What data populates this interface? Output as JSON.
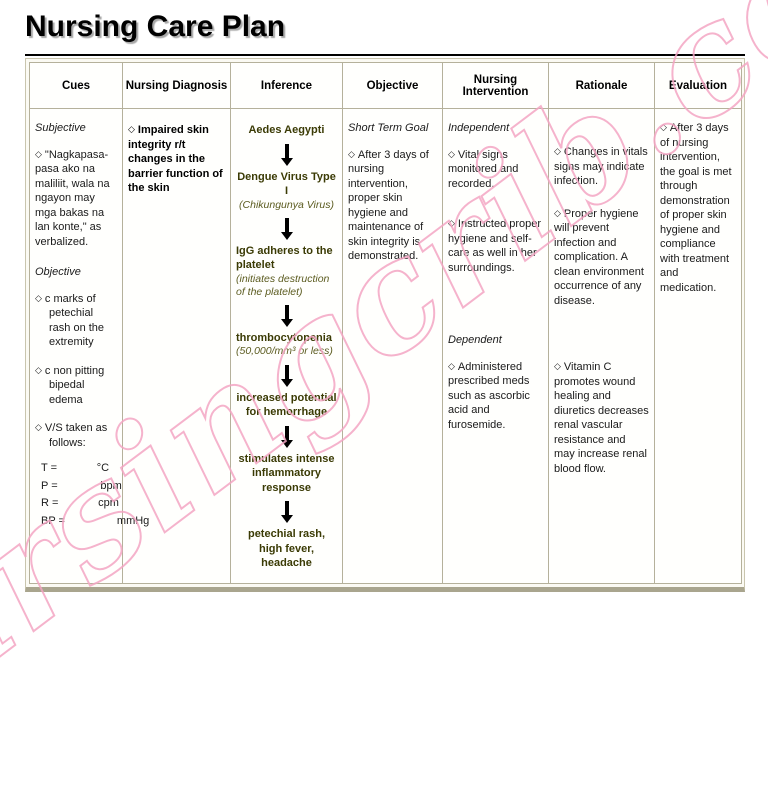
{
  "page": {
    "title": "Nursing Care Plan",
    "watermark": "nursingcrib.com",
    "bullet": "◇",
    "colors": {
      "inference_text": "#3b3b05",
      "watermark_pink": "#f4a6c4",
      "table_border": "#b5b19b",
      "title_shadow": "#a8a8a8"
    }
  },
  "table": {
    "headers": [
      "Cues",
      "Nursing Diagnosis",
      "Inference",
      "Objective",
      "Nursing Intervention",
      "Rationale",
      "Evaluation"
    ]
  },
  "cues": {
    "subjective_label": "Subjective",
    "subjective_quote": "\"Nagkapasa-pasa ako na maliliit, wala na ngayon may mga bakas na lan konte,\" as verbalized.",
    "objective_label": "Objective",
    "item_rash": "c marks of petechial rash on the extremity",
    "item_edema": "c non pitting bipedal edema",
    "item_vs": "V/S taken as follows:",
    "vitals": [
      "T =             °C",
      "P =              bpm",
      "R =             cpm",
      "BP =                 mmHg"
    ]
  },
  "diagnosis": {
    "item": "Impaired skin integrity r/t changes in the barrier function of the skin"
  },
  "inference": {
    "steps": [
      {
        "text": "Aedes Aegypti",
        "sub": ""
      },
      {
        "text": "Dengue Virus Type I",
        "sub": "(Chikungunya Virus)"
      },
      {
        "text": "IgG adheres to the platelet",
        "sub": "(initiates destruction of the platelet)"
      },
      {
        "text": "thrombocytopenia",
        "sub": "(50,000/mm³ or less)"
      },
      {
        "text": "increased potential for hemorrhage",
        "sub": ""
      },
      {
        "text": "stimulates intense inflammatory response",
        "sub": ""
      },
      {
        "text": "petechial rash, high fever, headache",
        "sub": ""
      }
    ]
  },
  "objective": {
    "goal_label": "Short Term Goal",
    "item": "After 3 days of nursing intervention, proper skin hygiene and maintenance of skin integrity is demonstrated."
  },
  "intervention": {
    "independent_label": "Independent",
    "item_vitals": "Vital signs monitored and recorded.",
    "item_hygiene": "Instructed proper hygiene and self-care as well in her surroundings.",
    "dependent_label": "Dependent",
    "item_meds": "Administered prescribed meds such as ascorbic acid and furosemide."
  },
  "rationale": {
    "item_vitals": "Changes in vitals signs may indicate infection.",
    "item_hygiene": "Proper hygiene will prevent infection and complication. A clean environment occurrence of any disease.",
    "item_vitc": "Vitamin C promotes wound healing and diuretics decreases renal vascular resistance and may increase renal blood flow."
  },
  "evaluation": {
    "item": "After 3 days of nursing intervention, the goal is met through demonstration of proper skin hygiene and compliance with treatment and medication."
  }
}
